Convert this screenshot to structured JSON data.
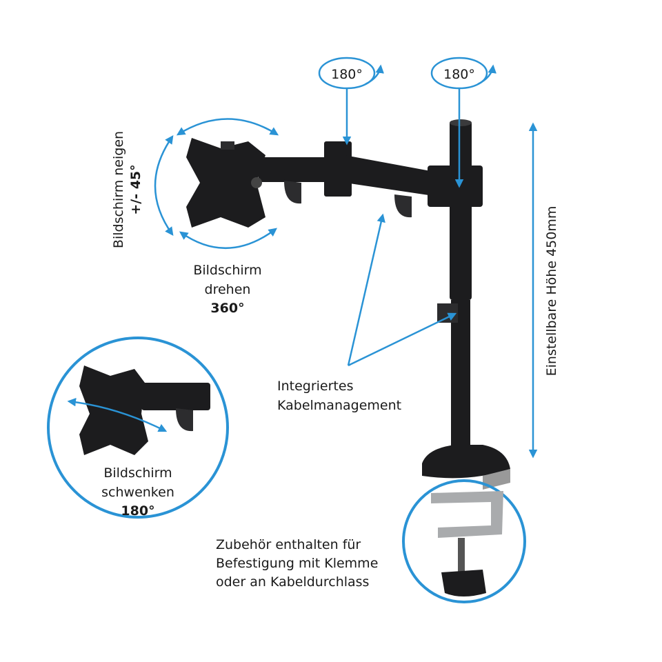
{
  "colors": {
    "accent": "#2a93d5",
    "product": "#1c1c1e"
  },
  "swivel_labels": [
    "180°",
    "180°"
  ],
  "tilt": {
    "line1": "Bildschirm neigen",
    "line2": "+/- 45°"
  },
  "rotate": {
    "line1": "Bildschirm",
    "line2": "drehen",
    "line3": "360°"
  },
  "swivel": {
    "line1": "Bildschirm",
    "line2": "schwenken",
    "line3": "180°"
  },
  "cable": {
    "line1": "Integriertes",
    "line2": "Kabelmanagement"
  },
  "height": {
    "label": "Einstellbare Höhe 450mm"
  },
  "mount": {
    "line1": "Zubehör enthalten für",
    "line2": "Befestigung mit Klemme",
    "line3": "oder an Kabeldurchlass"
  }
}
